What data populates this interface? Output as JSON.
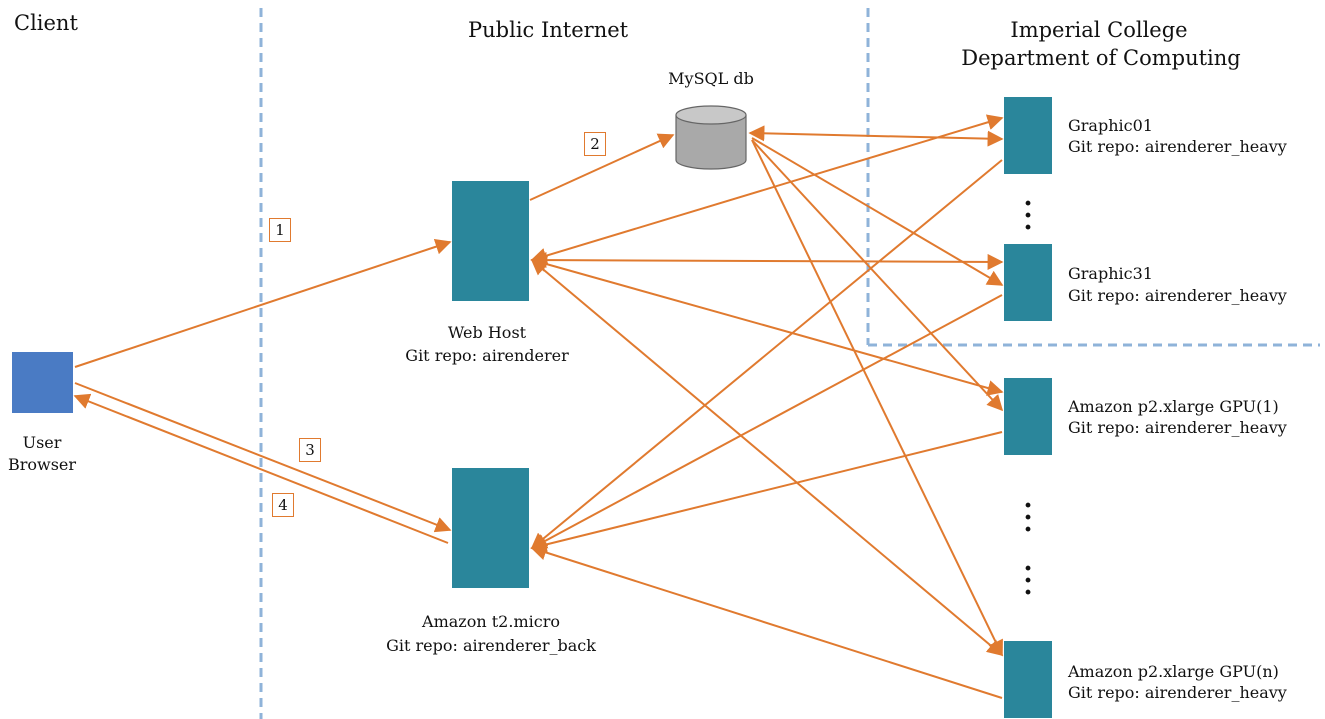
{
  "zones": {
    "client": "Client",
    "public_internet": "Public Internet",
    "imperial_line1": "Imperial College",
    "imperial_line2": "Department of Computing"
  },
  "browser": {
    "line1": "User",
    "line2": "Browser"
  },
  "web_host": {
    "line1": "Web Host",
    "line2": "Git repo: airenderer"
  },
  "t2_micro": {
    "line1": "Amazon t2.micro",
    "line2": "Git repo: airenderer_back"
  },
  "database": {
    "label": "MySQL db"
  },
  "workers": {
    "graphic01": {
      "line1": "Graphic01",
      "line2": "Git repo: airenderer_heavy"
    },
    "graphic31": {
      "line1": "Graphic31",
      "line2": "Git repo: airenderer_heavy"
    },
    "gpu1": {
      "line1": "Amazon p2.xlarge GPU(1)",
      "line2": "Git repo: airenderer_heavy"
    },
    "gpun": {
      "line1": "Amazon p2.xlarge GPU(n)",
      "line2": "Git repo: airenderer_heavy"
    }
  },
  "steps": [
    "1",
    "2",
    "3",
    "4"
  ],
  "colors": {
    "arrow": "#e07a2f",
    "node": "#2a869b",
    "browser": "#4a7bc4",
    "divider": "#8fb3d9"
  }
}
